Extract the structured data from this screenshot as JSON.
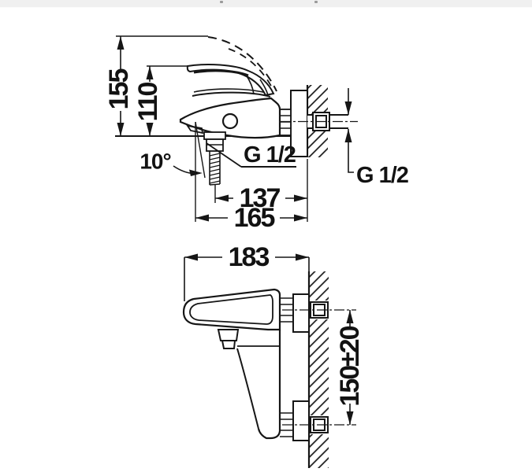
{
  "drawing": {
    "side_view": {
      "dim_total_height": "155",
      "dim_spout_height": "110",
      "spout_angle": "10°",
      "tail_thread": "G 1/2",
      "wall_thread": "G 1/2",
      "dim_spout_reach": "137",
      "dim_total_reach": "165"
    },
    "plan_view": {
      "dim_total_width": "183",
      "dim_inlet_spacing": "150±20"
    }
  },
  "colors": {
    "line": "#161616",
    "background": "#ffffff",
    "top_strip": "#f0f0f0"
  }
}
